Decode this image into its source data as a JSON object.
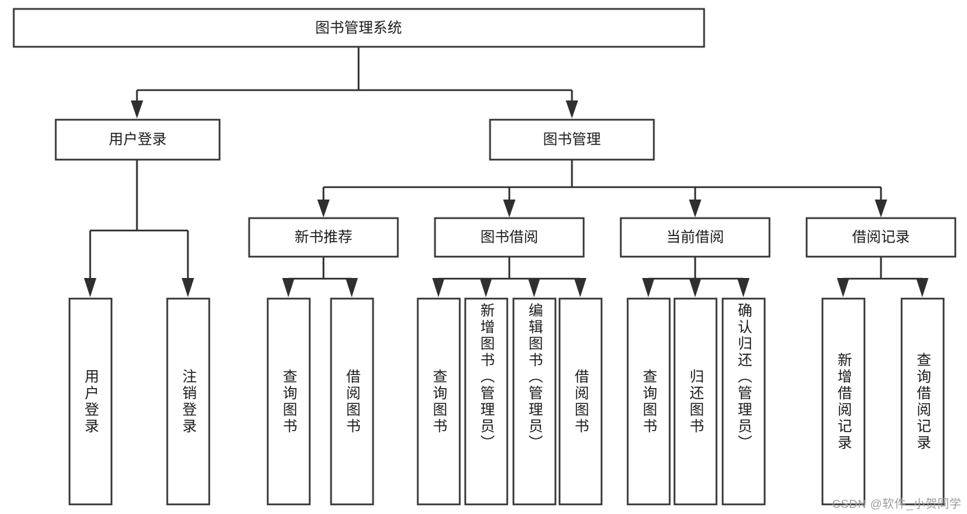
{
  "diagram": {
    "title": "图书管理系统",
    "type": "tree-hierarchy",
    "watermark": "CSDN @软件_小贺同学",
    "colors": {
      "background": "#ffffff",
      "box_stroke": "#3a3a3a",
      "connector": "#2f2f2f",
      "text": "#1a1a1a",
      "watermark": "#9b9b9b"
    },
    "root": {
      "label": "图书管理系统",
      "orientation": "horizontal"
    },
    "level1": [
      {
        "label": "用户登录",
        "orientation": "horizontal"
      },
      {
        "label": "图书管理",
        "orientation": "horizontal"
      }
    ],
    "level2": [
      {
        "label": "新书推荐",
        "orientation": "horizontal"
      },
      {
        "label": "图书借阅",
        "orientation": "horizontal"
      },
      {
        "label": "当前借阅",
        "orientation": "horizontal"
      },
      {
        "label": "借阅记录",
        "orientation": "horizontal"
      }
    ],
    "leaves": {
      "user_login": [
        {
          "label": "用户登录",
          "orientation": "vertical"
        },
        {
          "label": "注销登录",
          "orientation": "vertical"
        }
      ],
      "new_book_recommend": [
        {
          "label": "查询图书",
          "orientation": "vertical"
        },
        {
          "label": "借阅图书",
          "orientation": "vertical"
        }
      ],
      "book_borrow": [
        {
          "label": "查询图书",
          "orientation": "vertical"
        },
        {
          "label": "新增图书（管理员）",
          "orientation": "vertical"
        },
        {
          "label": "编辑图书（管理员）",
          "orientation": "vertical"
        },
        {
          "label": "借阅图书",
          "orientation": "vertical"
        }
      ],
      "current_borrow": [
        {
          "label": "查询图书",
          "orientation": "vertical"
        },
        {
          "label": "归还图书",
          "orientation": "vertical"
        },
        {
          "label": "确认归还（管理员）",
          "orientation": "vertical"
        }
      ],
      "borrow_record": [
        {
          "label": "新增借阅记录",
          "orientation": "vertical"
        },
        {
          "label": "查询借阅记录",
          "orientation": "vertical"
        }
      ]
    }
  }
}
